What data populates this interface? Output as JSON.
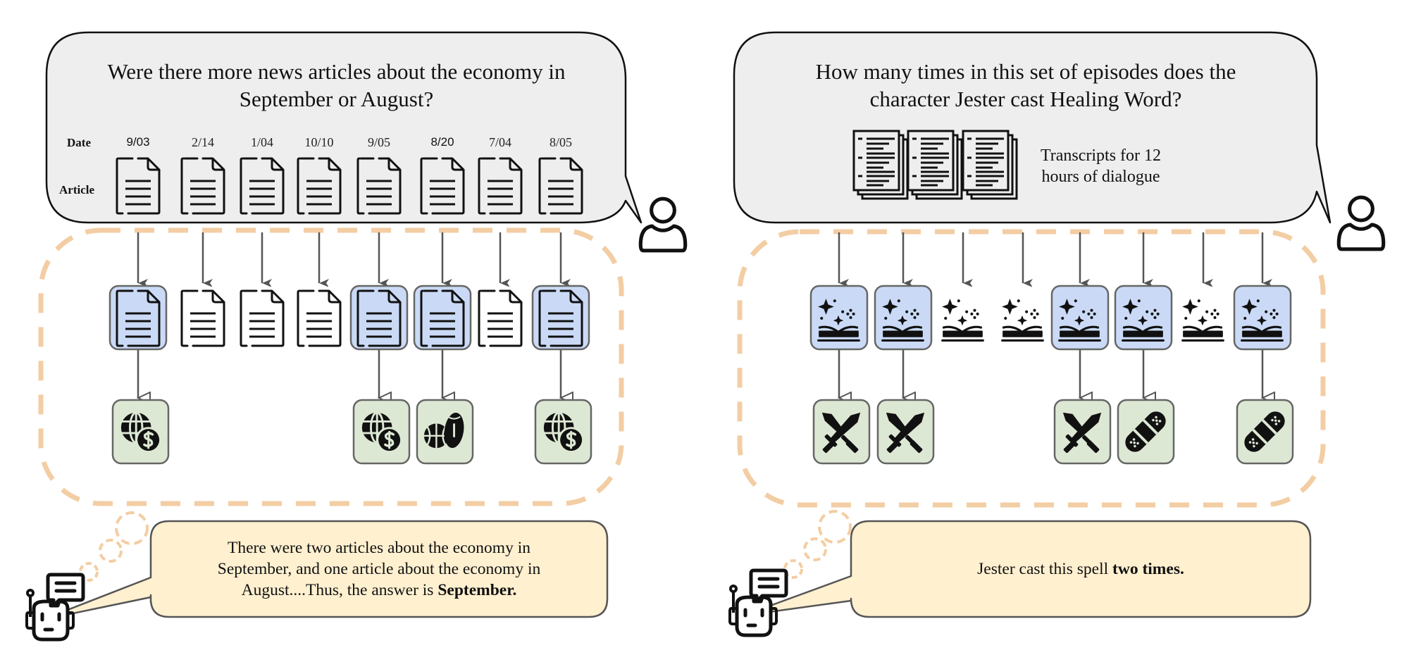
{
  "colors": {
    "bubble_fill": "#eeeeee",
    "region_dash": "#f3cda3",
    "selected_fill": "#cadaf6",
    "label_fill": "#dde8d4",
    "answer_fill": "#fff0d0",
    "arrow": "#555555"
  },
  "left_panel": {
    "question": [
      "Were there more news articles about the economy in",
      "September or August?"
    ],
    "row_labels": {
      "date": "Date",
      "article": "Article"
    },
    "articles": [
      {
        "date": "9/03",
        "selected": true,
        "label": "globe-dollar"
      },
      {
        "date": "2/14",
        "selected": false,
        "label": null
      },
      {
        "date": "1/04",
        "selected": false,
        "label": null
      },
      {
        "date": "10/10",
        "selected": false,
        "label": null
      },
      {
        "date": "9/05",
        "selected": true,
        "label": "globe-dollar"
      },
      {
        "date": "8/20",
        "selected": true,
        "label": "sports-balls"
      },
      {
        "date": "7/04",
        "selected": false,
        "label": null
      },
      {
        "date": "8/05",
        "selected": true,
        "label": "globe-dollar"
      }
    ],
    "answer": {
      "lines": [
        "There were two articles about the economy in",
        "September, and one article about the economy in"
      ],
      "last_line_prefix": "August....Thus, the answer is ",
      "last_line_bold": "September."
    }
  },
  "right_panel": {
    "question": [
      "How many times in this set of episodes does the",
      "character Jester cast Healing Word?"
    ],
    "transcript_caption": [
      "Transcripts for 12",
      "hours of dialogue"
    ],
    "episodes": [
      {
        "selected": true,
        "label": "crossed-swords"
      },
      {
        "selected": true,
        "label": "crossed-swords"
      },
      {
        "selected": false,
        "label": null
      },
      {
        "selected": false,
        "label": null
      },
      {
        "selected": true,
        "label": "crossed-swords"
      },
      {
        "selected": true,
        "label": "bandage"
      },
      {
        "selected": false,
        "label": null
      },
      {
        "selected": true,
        "label": "bandage"
      }
    ],
    "answer": {
      "prefix": "Jester cast this spell ",
      "bold": "two times."
    }
  }
}
